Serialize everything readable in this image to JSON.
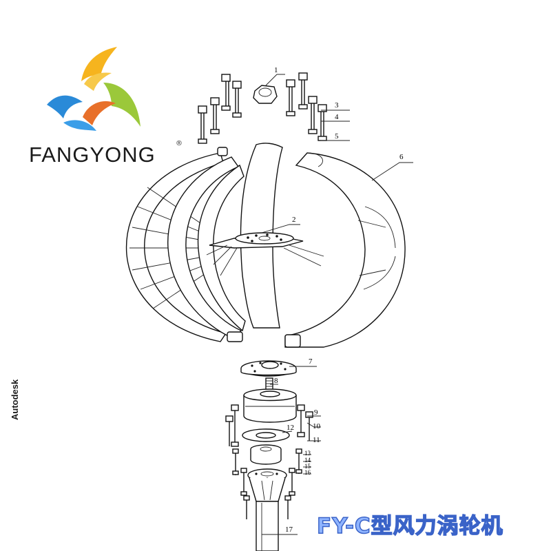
{
  "brand": {
    "name": "FANGYONG",
    "registered_mark": "®",
    "logo_colors": [
      "#f6b41e",
      "#9bc83a",
      "#2a8ad8",
      "#e8702a"
    ]
  },
  "watermark": "Autodesk",
  "model_title": "FY-C型风力涡轮机",
  "callouts": {
    "c1": "1",
    "c2": "2",
    "c3": "3",
    "c4": "4",
    "c5": "5",
    "c6": "6",
    "c7": "7",
    "c8": "8",
    "c9": "9",
    "c10": "10",
    "c11": "11",
    "c12": "12",
    "c13": "13",
    "c14": "14",
    "c15": "15",
    "c16": "16",
    "c17": "17"
  }
}
